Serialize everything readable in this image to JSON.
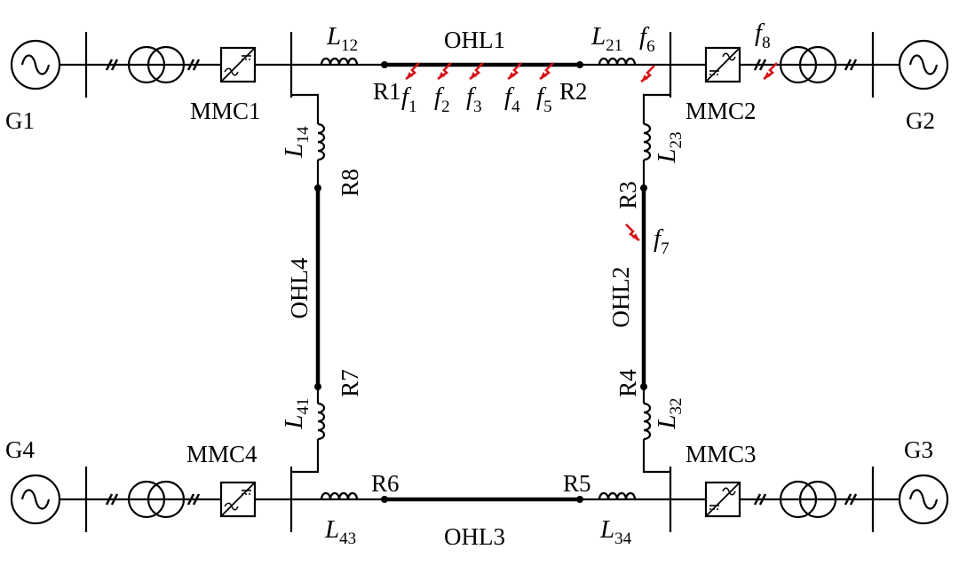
{
  "generators": {
    "g1": "G1",
    "g2": "G2",
    "g3": "G3",
    "g4": "G4"
  },
  "converters": {
    "mmc1": "MMC1",
    "mmc2": "MMC2",
    "mmc3": "MMC3",
    "mmc4": "MMC4"
  },
  "lines": {
    "ohl1": "OHL1",
    "ohl2": "OHL2",
    "ohl3": "OHL3",
    "ohl4": "OHL4"
  },
  "relays": {
    "r1": "R1",
    "r2": "R2",
    "r3": "R3",
    "r4": "R4",
    "r5": "R5",
    "r6": "R6",
    "r7": "R7",
    "r8": "R8"
  },
  "inductors": {
    "l12": {
      "sym": "L",
      "sub": "12"
    },
    "l21": {
      "sym": "L",
      "sub": "21"
    },
    "l23": {
      "sym": "L",
      "sub": "23"
    },
    "l32": {
      "sym": "L",
      "sub": "32"
    },
    "l34": {
      "sym": "L",
      "sub": "34"
    },
    "l43": {
      "sym": "L",
      "sub": "43"
    },
    "l41": {
      "sym": "L",
      "sub": "41"
    },
    "l14": {
      "sym": "L",
      "sub": "14"
    }
  },
  "faults": {
    "f1": {
      "sym": "f",
      "sub": "1"
    },
    "f2": {
      "sym": "f",
      "sub": "2"
    },
    "f3": {
      "sym": "f",
      "sub": "3"
    },
    "f4": {
      "sym": "f",
      "sub": "4"
    },
    "f5": {
      "sym": "f",
      "sub": "5"
    },
    "f6": {
      "sym": "f",
      "sub": "6"
    },
    "f7": {
      "sym": "f",
      "sub": "7"
    },
    "f8": {
      "sym": "f",
      "sub": "8"
    }
  },
  "colors": {
    "line": "#000000",
    "fault": "#d7141a"
  },
  "icons": {
    "generator": "sine-source-icon",
    "transformer": "two-winding-transformer-icon",
    "converter": "ac-dc-converter-icon",
    "breaker": "breaker-slash-icon",
    "fault": "lightning-fault-icon",
    "inductor": "coil-icon"
  }
}
